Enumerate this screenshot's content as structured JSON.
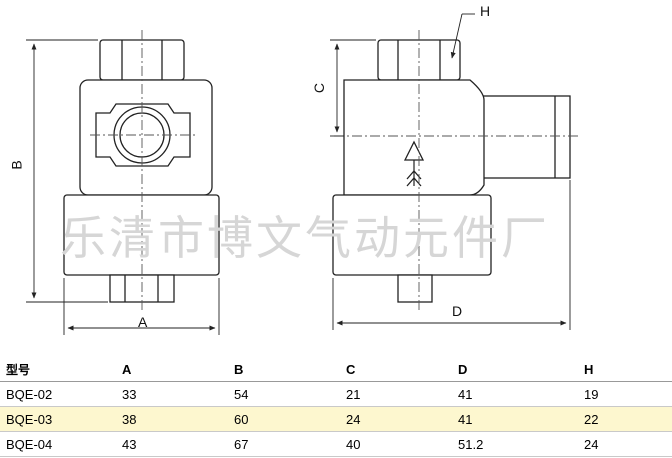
{
  "watermark": "乐清市博文气动元件厂",
  "dimension_labels": {
    "H": "H",
    "C": "C",
    "B": "B",
    "A": "A",
    "D": "D"
  },
  "table": {
    "headers": [
      "型号",
      "A",
      "B",
      "C",
      "D",
      "H"
    ],
    "rows": [
      [
        "BQE-02",
        "33",
        "54",
        "21",
        "41",
        "19"
      ],
      [
        "BQE-03",
        "38",
        "60",
        "24",
        "41",
        "22"
      ],
      [
        "BQE-04",
        "43",
        "67",
        "40",
        "51.2",
        "24"
      ]
    ]
  },
  "colors": {
    "row_highlight": "#fdf7cf",
    "line": "#222222"
  }
}
